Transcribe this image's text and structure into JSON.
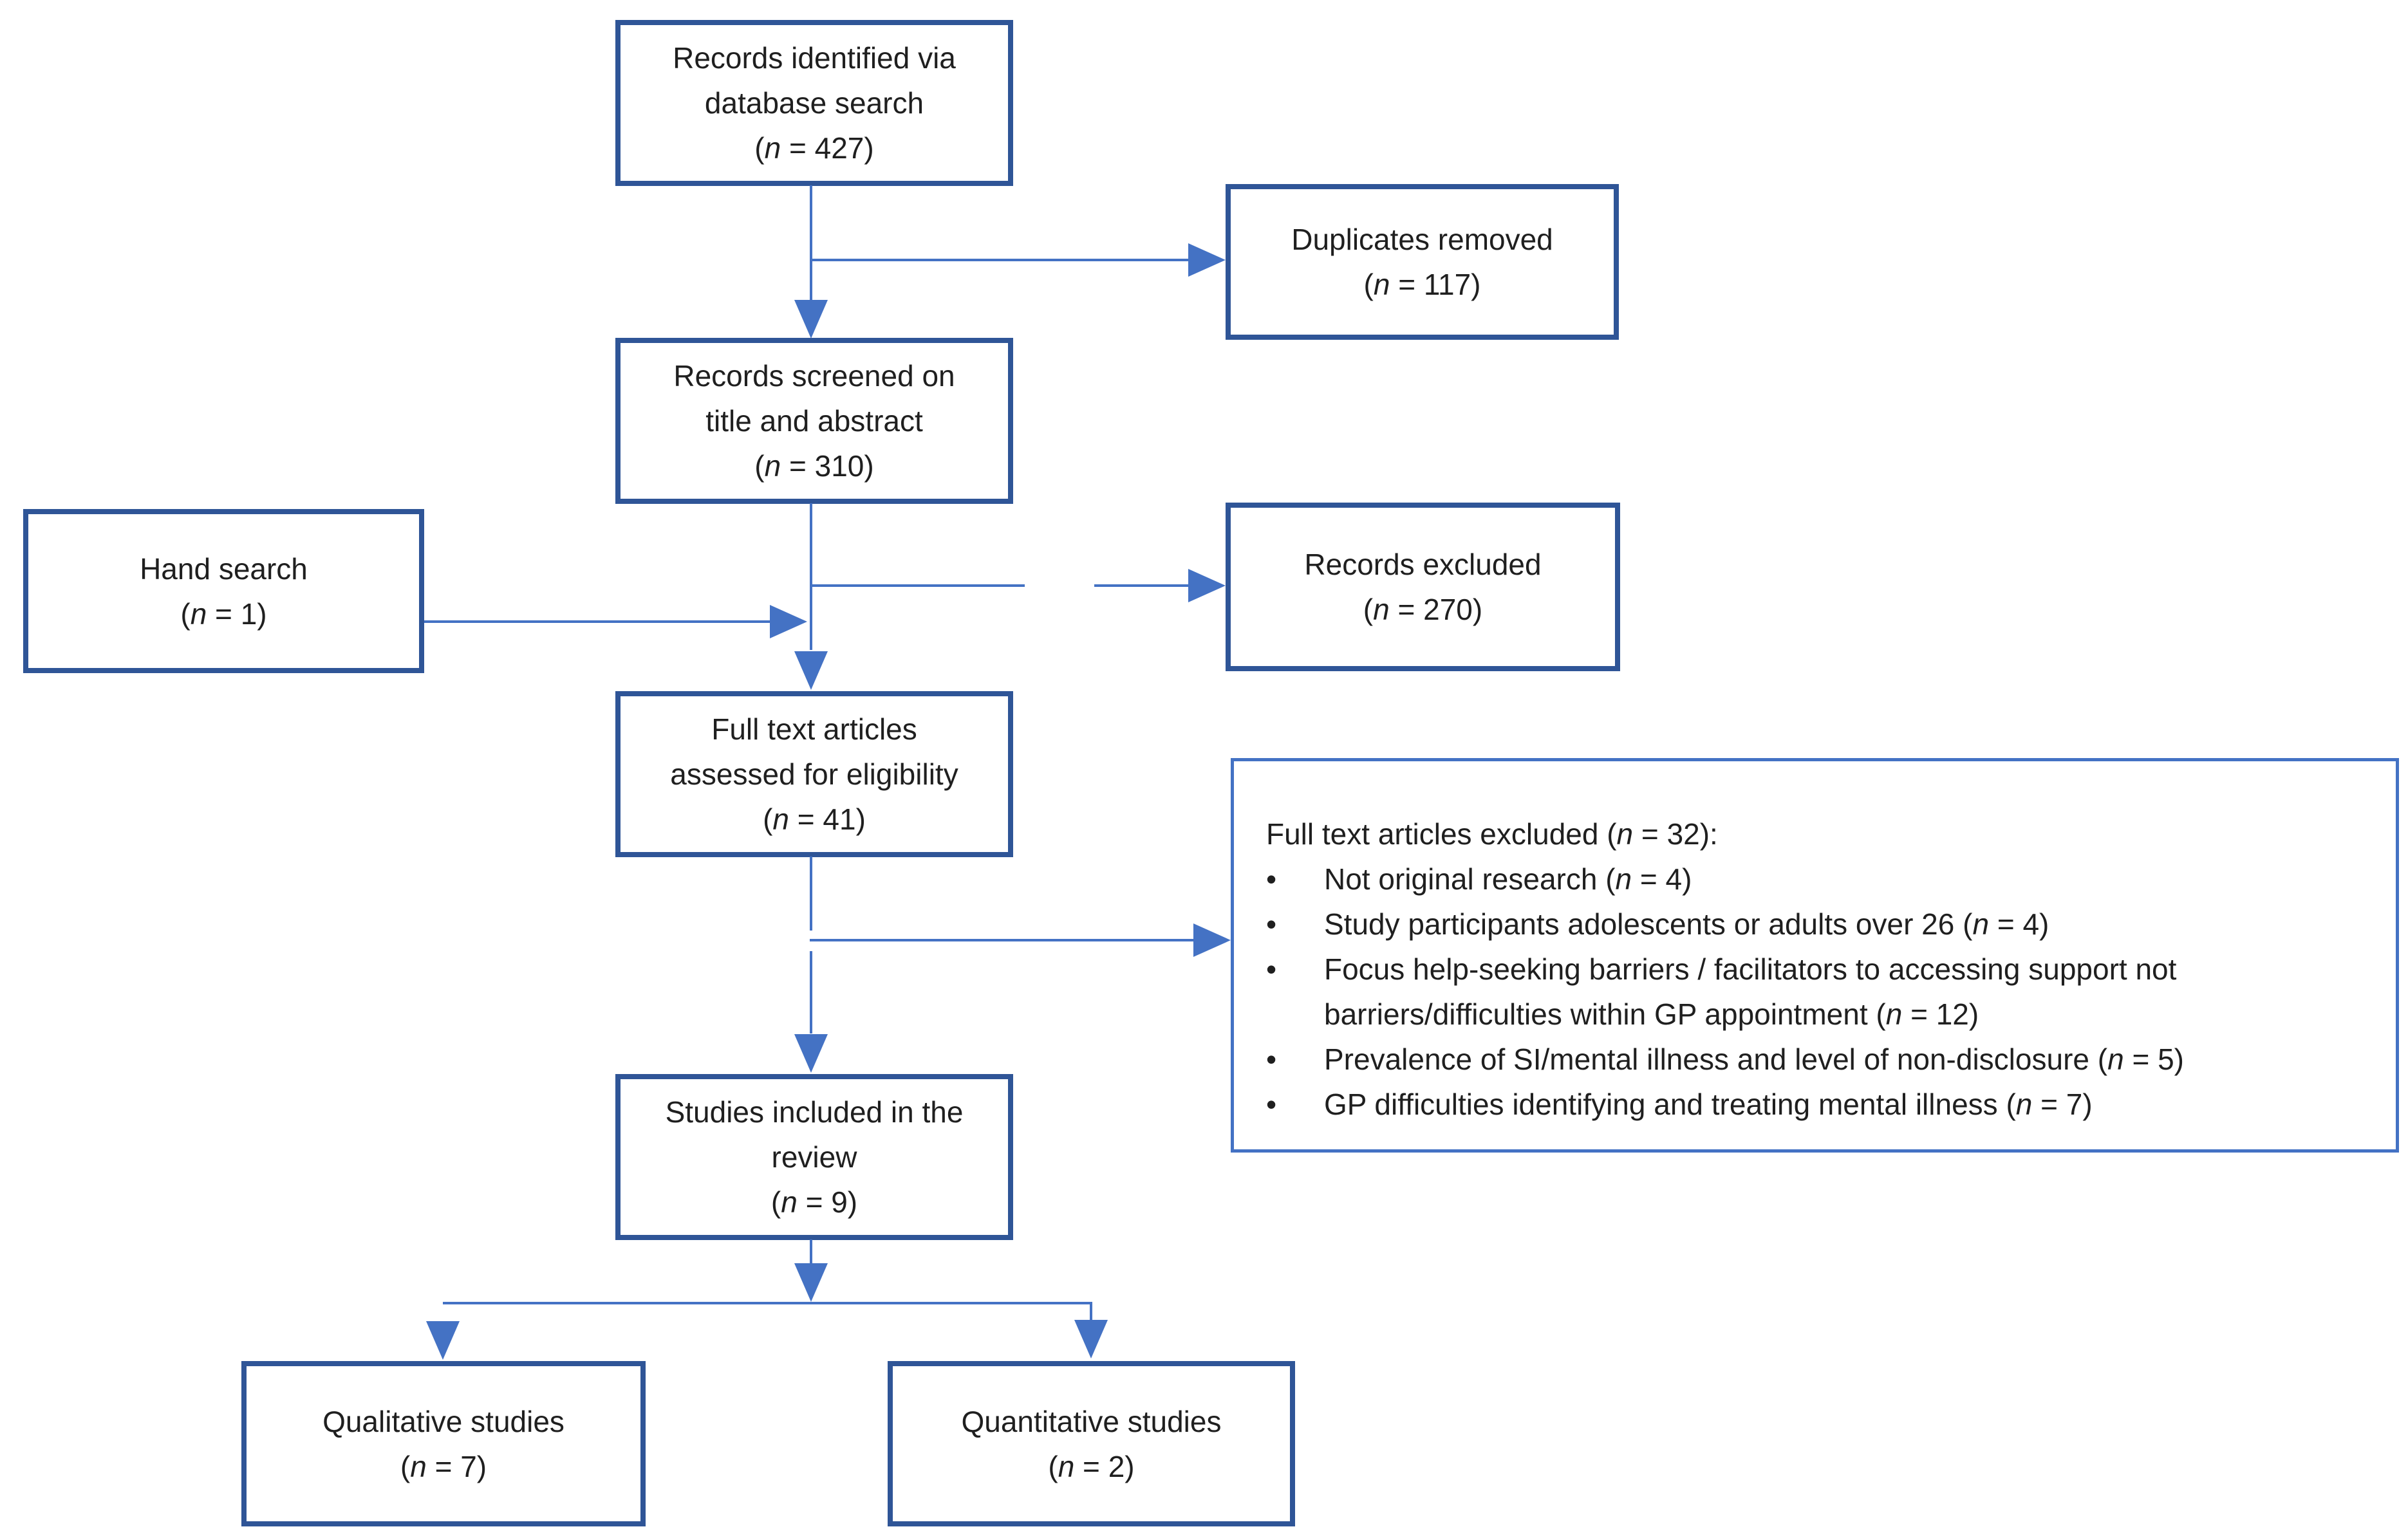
{
  "colors": {
    "box_border": "#2f5597",
    "panel_border": "#4472c4",
    "connector": "#4472c4",
    "text": "#1f1f1f",
    "background": "#ffffff"
  },
  "diagram": {
    "boxes": [
      {
        "id": "records-identified",
        "lines": [
          "Records identified via",
          "database search",
          "(*n* = 427)"
        ]
      },
      {
        "id": "duplicates-removed",
        "lines": [
          "Duplicates removed",
          "(*n* = 117)"
        ]
      },
      {
        "id": "records-screened",
        "lines": [
          "Records screened on",
          "title and abstract",
          "(*n* = 310)"
        ]
      },
      {
        "id": "hand-search",
        "lines": [
          "Hand search",
          "(*n* = 1)"
        ]
      },
      {
        "id": "records-excluded",
        "lines": [
          "Records excluded",
          "(*n* = 270)"
        ]
      },
      {
        "id": "full-text-assessed",
        "lines": [
          "Full text articles",
          "assessed for eligibility",
          "(*n* = 41)"
        ]
      },
      {
        "id": "studies-included",
        "lines": [
          "Studies included in the",
          "review",
          "(*n* = 9)"
        ]
      },
      {
        "id": "qualitative-studies",
        "lines": [
          "Qualitative studies",
          "(*n* = 7)"
        ]
      },
      {
        "id": "quantitative-studies",
        "lines": [
          "Quantitative studies",
          "(*n* = 2)"
        ]
      }
    ],
    "panel": {
      "title": "Full text articles excluded (*n* = 32):",
      "bullet_char": "•",
      "bullets": [
        "Not original research (*n* = 4)",
        "Study participants adolescents or adults over 26 (*n* = 4)",
        "Focus help-seeking barriers / facilitators to accessing support not barriers/difficulties within GP appointment (*n* = 12)",
        "Prevalence of SI/mental illness and level of non-disclosure (*n* = 5)",
        "GP difficulties identifying and treating  mental illness (*n* = 7)"
      ]
    }
  }
}
